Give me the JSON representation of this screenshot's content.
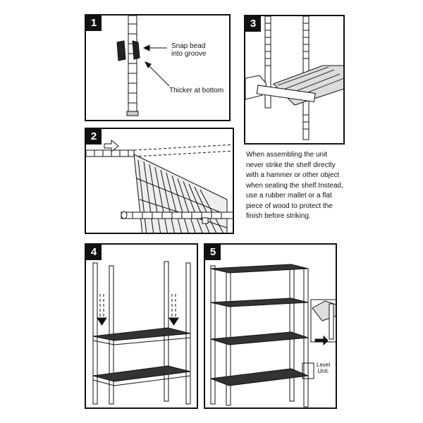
{
  "panels": [
    {
      "id": "panel-1",
      "number": "1"
    },
    {
      "id": "panel-2",
      "number": "2"
    },
    {
      "id": "panel-3",
      "number": "3"
    },
    {
      "id": "panel-4",
      "number": "4"
    },
    {
      "id": "panel-5",
      "number": "5"
    }
  ],
  "step1": {
    "callout_snap_line1": "Snap bead",
    "callout_snap_line2": "into groove",
    "callout_thicker": "Thicker at bottom"
  },
  "step3": {
    "warning_lines": [
      "When assembling the unit",
      "never strike the shelf directly",
      "with a hammer or other object",
      "when seating the shelf.Instead,",
      "use a rubber mallet or a flat",
      "piece of wood to protect the",
      "finish before striking."
    ]
  },
  "step5": {
    "level_label_line1": "Level",
    "level_label_line2": "Unit."
  }
}
